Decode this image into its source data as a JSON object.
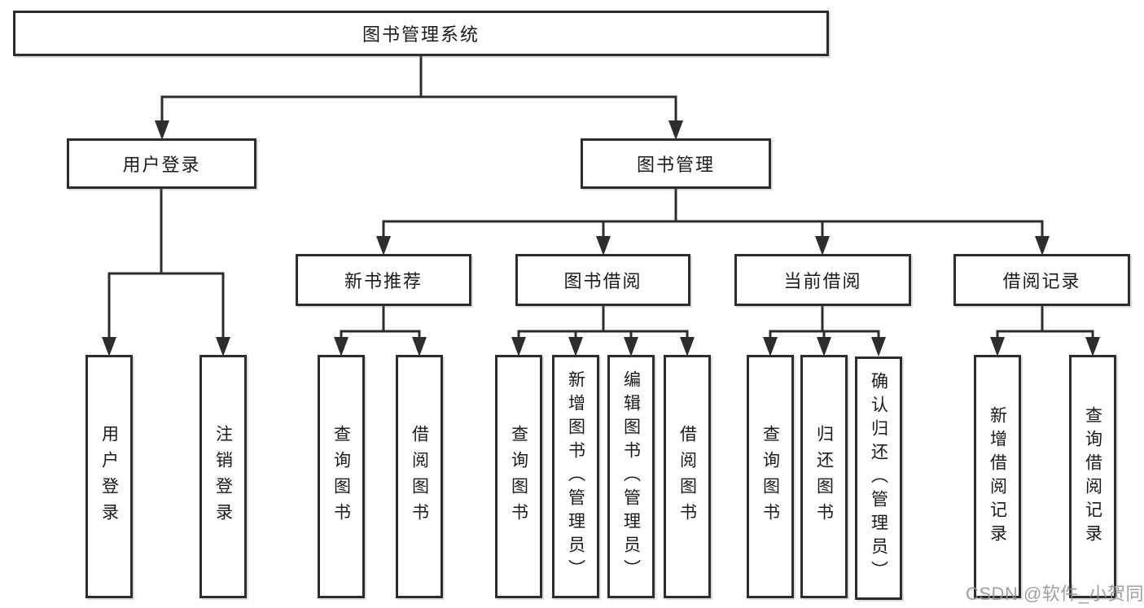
{
  "colors": {
    "line": "#2d2d2d",
    "box_border": "#2d2d2d",
    "text": "#1a1a1a",
    "watermark": "#8f8f8f",
    "background": "#ffffff"
  },
  "watermark": {
    "text": "CSDN @软件_小贺同学"
  },
  "diagram": {
    "root": {
      "label": "图书管理系统",
      "children": [
        {
          "label": "用户登录",
          "children": [
            {
              "label": "用户登录"
            },
            {
              "label": "注销登录"
            }
          ]
        },
        {
          "label": "图书管理",
          "children": [
            {
              "label": "新书推荐",
              "children": [
                {
                  "label": "查询图书"
                },
                {
                  "label": "借阅图书"
                }
              ]
            },
            {
              "label": "图书借阅",
              "children": [
                {
                  "label": "查询图书"
                },
                {
                  "label": "新增图书（管理员）"
                },
                {
                  "label": "编辑图书（管理员）"
                },
                {
                  "label": "借阅图书"
                }
              ]
            },
            {
              "label": "当前借阅",
              "children": [
                {
                  "label": "查询图书"
                },
                {
                  "label": "归还图书"
                },
                {
                  "label": "确认归还（管理员）"
                }
              ]
            },
            {
              "label": "借阅记录",
              "children": [
                {
                  "label": "新增借阅记录"
                },
                {
                  "label": "查询借阅记录"
                }
              ]
            }
          ]
        }
      ]
    }
  }
}
